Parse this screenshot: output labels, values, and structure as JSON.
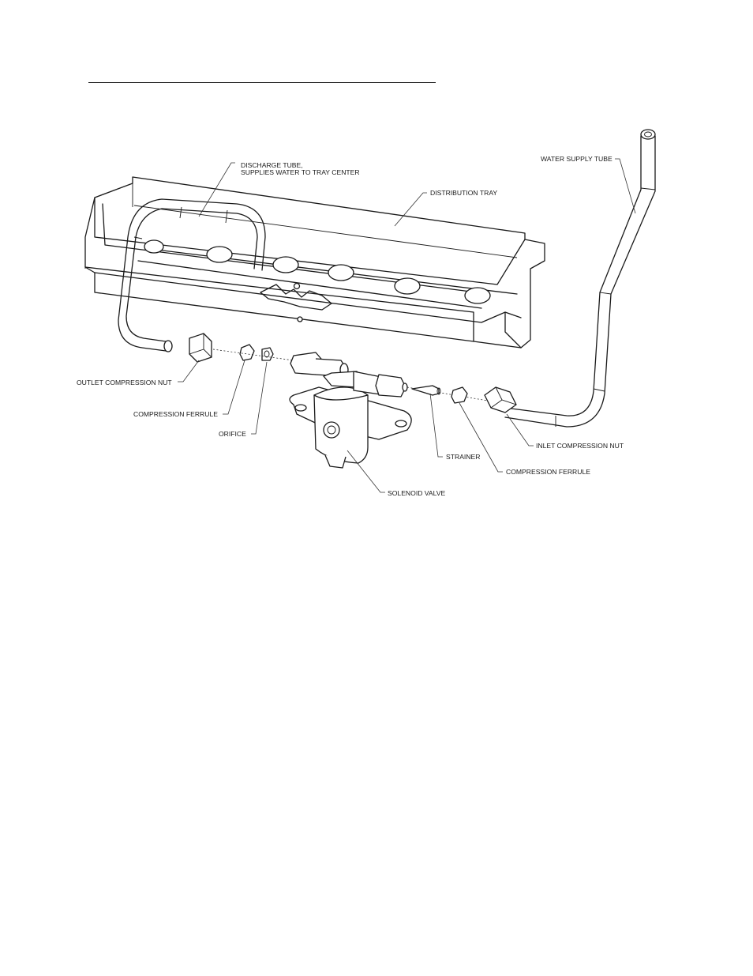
{
  "labels": {
    "discharge_tube_line1": "DISCHARGE TUBE,",
    "discharge_tube_line2": "SUPPLIES WATER TO TRAY CENTER",
    "distribution_tray": "DISTRIBUTION TRAY",
    "water_supply_tube": "WATER SUPPLY TUBE",
    "outlet_compression_nut": "OUTLET COMPRESSION NUT",
    "compression_ferrule_left": "COMPRESSION FERRULE",
    "orifice": "ORIFICE",
    "strainer": "STRAINER",
    "compression_ferrule_right": "COMPRESSION FERRULE",
    "inlet_compression_nut": "INLET COMPRESSION NUT",
    "solenoid_valve": "SOLENOID VALVE"
  }
}
